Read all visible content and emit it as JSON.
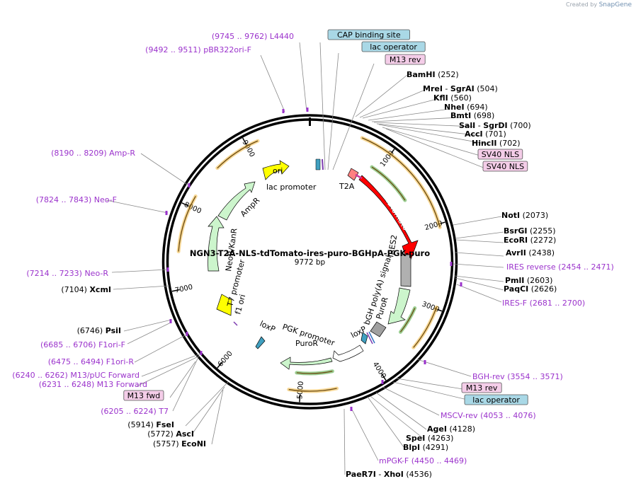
{
  "credit": {
    "prefix": "Created by",
    "brand": "SnapGene"
  },
  "plasmid": {
    "name": "NGN3-T2A-NLS-tdTomato-ires-puro-BGHpA-PGK-puro",
    "length": 9772,
    "length_label": "9772 bp"
  },
  "colors": {
    "primer": "#9b33cc",
    "site": "#000000",
    "feature_box_blue": "#a9d8e6",
    "feature_box_pink": "#f4cde8",
    "arc_orange": "#f0b840",
    "arc_green": "#4aa83a"
  },
  "tick_labels": [
    "1000",
    "2000",
    "3000",
    "4000",
    "5000",
    "6000",
    "7000",
    "8000",
    "9000"
  ],
  "right_labels": [
    {
      "kind": "box-blue",
      "text": "CAP binding site"
    },
    {
      "kind": "box-blue",
      "text": "lac operator"
    },
    {
      "kind": "box-pink",
      "text": "M13 rev"
    },
    {
      "kind": "site",
      "name": "BamHI",
      "pos": "(252)"
    },
    {
      "kind": "site",
      "name": "MreI",
      "name2": "SgrAI",
      "pos": "(504)"
    },
    {
      "kind": "site",
      "name": "KflI",
      "pos": "(560)"
    },
    {
      "kind": "site",
      "name": "NheI",
      "pos": "(694)"
    },
    {
      "kind": "site",
      "name": "BmtI",
      "pos": "(698)"
    },
    {
      "kind": "site",
      "name": "SalI",
      "name2": "SgrDI",
      "pos": "(700)"
    },
    {
      "kind": "site",
      "name": "AccI",
      "pos": "(701)"
    },
    {
      "kind": "site",
      "name": "HincII",
      "pos": "(702)"
    },
    {
      "kind": "box-pink",
      "text": "SV40 NLS"
    },
    {
      "kind": "box-pink",
      "text": "SV40 NLS"
    },
    {
      "kind": "site",
      "name": "NotI",
      "pos": "(2073)"
    },
    {
      "kind": "site",
      "name": "BsrGI",
      "pos": "(2255)"
    },
    {
      "kind": "site",
      "name": "EcoRI",
      "pos": "(2272)"
    },
    {
      "kind": "site",
      "name": "AvrII",
      "pos": "(2438)"
    },
    {
      "kind": "primer",
      "name": "IRES reverse",
      "pos": "(2454 .. 2471)"
    },
    {
      "kind": "site",
      "name": "PmlI",
      "pos": "(2603)"
    },
    {
      "kind": "site",
      "name": "PaqCI",
      "pos": "(2626)"
    },
    {
      "kind": "primer",
      "name": "IRES-F",
      "pos": "(2681 .. 2700)"
    },
    {
      "kind": "primer",
      "name": "BGH-rev",
      "pos": "(3554 .. 3571)"
    },
    {
      "kind": "box-pink",
      "text": "M13 rev"
    },
    {
      "kind": "box-blue",
      "text": "lac operator"
    },
    {
      "kind": "primer",
      "name": "MSCV-rev",
      "pos": "(4053 .. 4076)"
    },
    {
      "kind": "site",
      "name": "AgeI",
      "pos": "(4128)"
    },
    {
      "kind": "site",
      "name": "SpeI",
      "pos": "(4263)"
    },
    {
      "kind": "site",
      "name": "BlpI",
      "pos": "(4291)"
    },
    {
      "kind": "primer",
      "name": "mPGK-F",
      "pos": "(4450 .. 4469)"
    },
    {
      "kind": "site",
      "name": "PaeR7I",
      "name2": "XhoI",
      "pos": "(4536)"
    }
  ],
  "left_labels": [
    {
      "kind": "primer",
      "name": "L4440",
      "pos": "(9745 .. 9762)"
    },
    {
      "kind": "primer",
      "name": "pBR322ori-F",
      "pos": "(9492 .. 9511)"
    },
    {
      "kind": "primer",
      "name": "Amp-R",
      "pos": "(8190 .. 8209)"
    },
    {
      "kind": "primer",
      "name": "Neo-F",
      "pos": "(7824 .. 7843)"
    },
    {
      "kind": "primer",
      "name": "Neo-R",
      "pos": "(7214 .. 7233)"
    },
    {
      "kind": "site",
      "name": "XcmI",
      "pos": "(7104)"
    },
    {
      "kind": "site",
      "name": "PsiI",
      "pos": "(6746)"
    },
    {
      "kind": "primer",
      "name": "F1ori-F",
      "pos": "(6685 .. 6706)"
    },
    {
      "kind": "primer",
      "name": "F1ori-R",
      "pos": "(6475 .. 6494)"
    },
    {
      "kind": "primer",
      "name": "M13/pUC Forward",
      "pos": "(6240 .. 6262)"
    },
    {
      "kind": "primer",
      "name": "M13 Forward",
      "pos": "(6231 .. 6248)"
    },
    {
      "kind": "box-pink",
      "text": "M13 fwd"
    },
    {
      "kind": "primer",
      "name": "T7",
      "pos": "(6205 .. 6224)"
    },
    {
      "kind": "site",
      "name": "FseI",
      "pos": "(5914)"
    },
    {
      "kind": "site",
      "name": "AscI",
      "pos": "(5772)"
    },
    {
      "kind": "site",
      "name": "EcoNI",
      "pos": "(5757)"
    }
  ],
  "features": [
    {
      "name": "ori",
      "color": "#ffff00"
    },
    {
      "name": "AmpR",
      "color": "#ccf5cc"
    },
    {
      "name": "NeoR/KanR",
      "color": "#ccf5cc"
    },
    {
      "name": "tdTomato",
      "color": "#ff0000"
    },
    {
      "name": "T2A",
      "color": "#ff8080"
    },
    {
      "name": "IRES2",
      "color": "#b0b0b0"
    },
    {
      "name": "PuroR",
      "color": "#ccf5cc"
    },
    {
      "name": "bGH poly(A) signal",
      "color": "#a0a0a0"
    },
    {
      "name": "PGK promoter",
      "color": "#ffffff"
    },
    {
      "name": "PuroR",
      "color": "#ccf5cc"
    },
    {
      "name": "loxP",
      "color": "#40a0c0"
    },
    {
      "name": "loxP",
      "color": "#40a0c0"
    },
    {
      "name": "T7 promoter",
      "color": "#ffffff"
    },
    {
      "name": "f1 ori",
      "color": "#ffff00"
    },
    {
      "name": "lac promoter",
      "color": "#ffffff"
    }
  ],
  "inner_labels": {
    "ori": "ori",
    "lac_promoter": "lac promoter",
    "ampr": "AmpR",
    "neor": "NeoR/KanR",
    "t7": "T7 promoter",
    "f1": "f1 ori",
    "t2a": "T2A",
    "tdtomato": "tdTomato",
    "bgh": "bGH poly(A) signal",
    "ires": "IRES2",
    "puror1": "PuroR",
    "loxp1": "loxP",
    "pgk": "PGK promoter",
    "puror2": "PuroR",
    "loxp2": "loxP"
  }
}
